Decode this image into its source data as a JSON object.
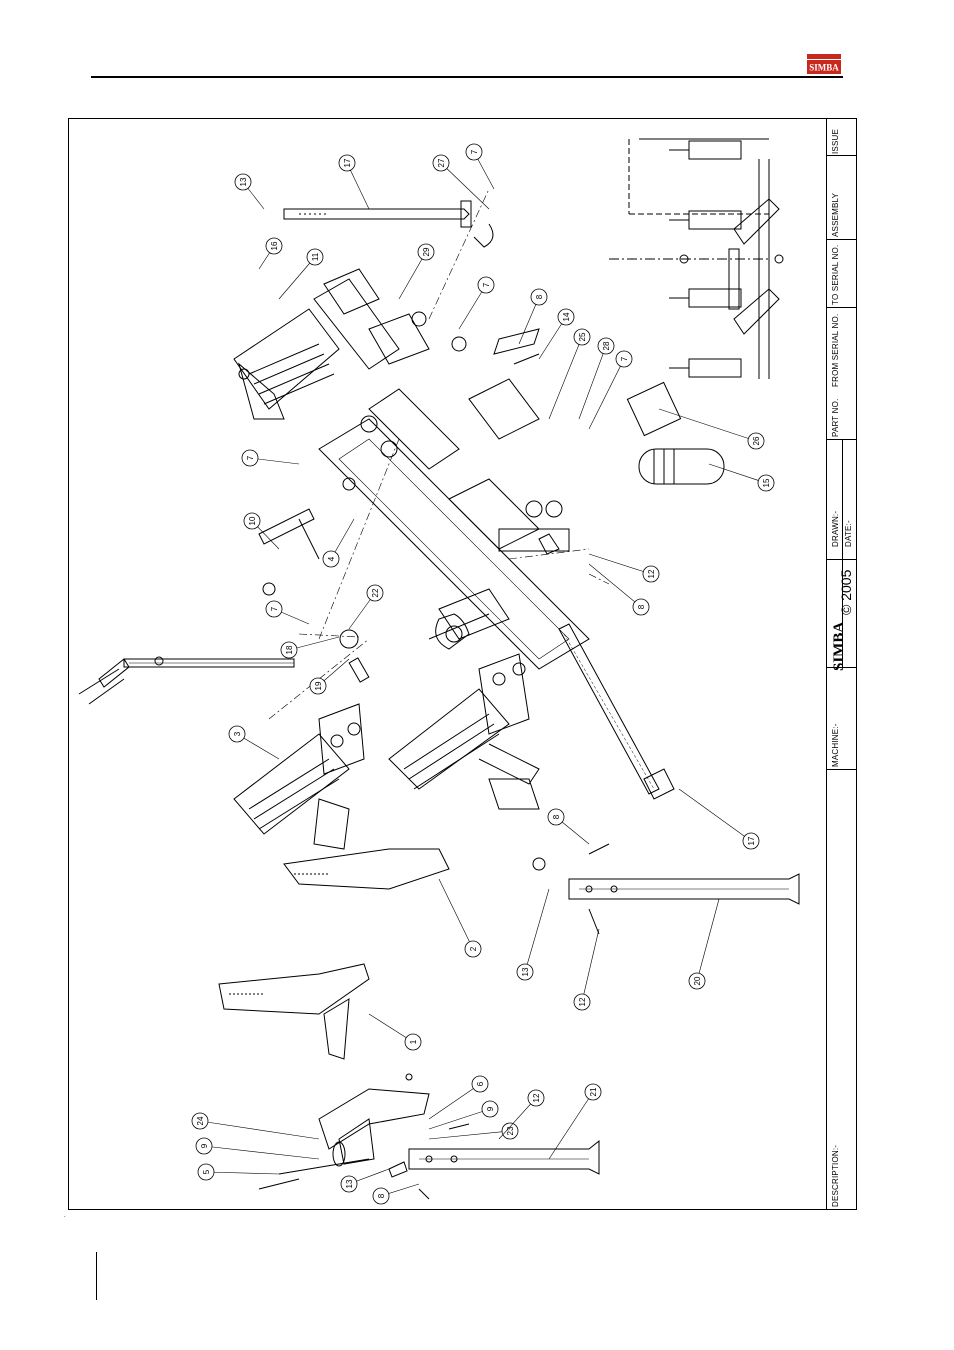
{
  "brand": {
    "logo_text": "SIMBA",
    "logo_color": "#c8281e"
  },
  "title_block": {
    "description_label": "DESCRIPTION:-",
    "machine_label": "MACHINE:-",
    "brand_name": "SIMBA",
    "copyright": "© 2005",
    "drawn_label": "DRAWN:-",
    "date_label": "DATE:-",
    "part_no_label": "PART NO.",
    "from_serial_label": "FROM SERIAL NO.",
    "to_serial_label": "TO SERIAL NO.",
    "assembly_label": "ASSEMBLY",
    "issue_label": "ISSUE"
  },
  "callouts": [
    "13",
    "17",
    "27",
    "7",
    "16",
    "11",
    "29",
    "7",
    "8",
    "14",
    "25",
    "28",
    "7",
    "7",
    "26",
    "15",
    "10",
    "4",
    "12",
    "8",
    "7",
    "22",
    "18",
    "19",
    "3",
    "17",
    "8",
    "13",
    "20",
    "2",
    "12",
    "1",
    "6",
    "9",
    "23",
    "21",
    "12",
    "24",
    "9",
    "5",
    "13",
    "8"
  ],
  "footer_mark": "."
}
